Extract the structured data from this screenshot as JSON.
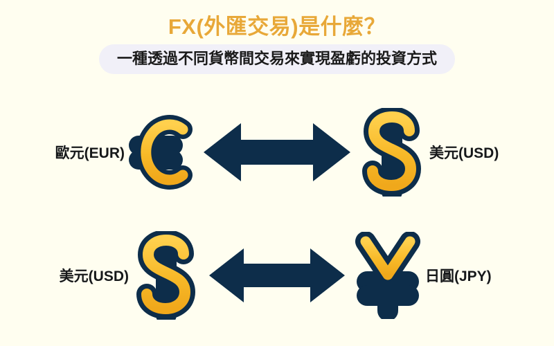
{
  "page": {
    "background_color": "#FFFEF0"
  },
  "header": {
    "title": "FX(外匯交易)是什麼？",
    "title_color": "#E8A838",
    "subtitle": "一種透過不同貨幣間交易來實現盈虧的投資方式",
    "subtitle_color": "#1A1A1A",
    "subtitle_pill_color": "#F1F0F8"
  },
  "theme": {
    "symbol_outline_color": "#0D2D4A",
    "symbol_fill_color": "#F7B928",
    "symbol_fill_highlight": "#FFD04D",
    "arrow_color": "#0D2D4A"
  },
  "pairs": [
    {
      "id": "eur-usd",
      "left": {
        "label": "歐元(EUR)",
        "icon": "euro-symbol-icon",
        "glyph": "€",
        "code": "EUR"
      },
      "arrow": {
        "icon": "double-headed-arrow-icon",
        "direction": "bidirectional"
      },
      "right": {
        "label": "美元(USD)",
        "icon": "dollar-symbol-icon",
        "glyph": "$",
        "code": "USD"
      }
    },
    {
      "id": "usd-jpy",
      "left": {
        "label": "美元(USD)",
        "icon": "dollar-symbol-icon",
        "glyph": "$",
        "code": "USD"
      },
      "arrow": {
        "icon": "double-headed-arrow-icon",
        "direction": "bidirectional"
      },
      "right": {
        "label": "日圓(JPY)",
        "icon": "yen-symbol-icon",
        "glyph": "¥",
        "code": "JPY"
      }
    }
  ]
}
